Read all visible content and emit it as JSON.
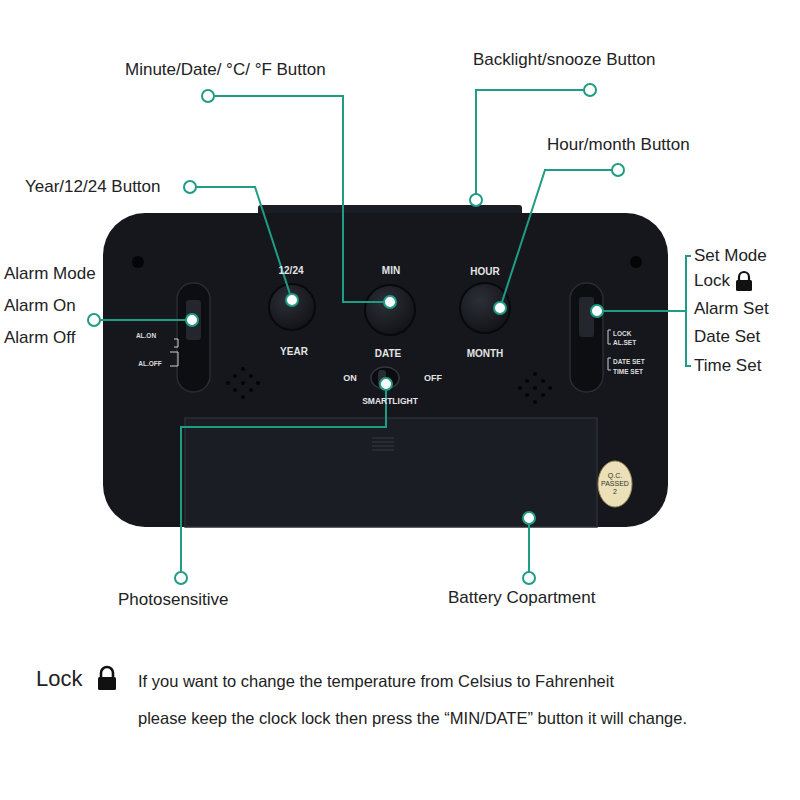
{
  "diagram": {
    "nodes": [
      {
        "text": [
          "Q.C. PASSED 2"
        ]
      }
    ],
    "labels": [
      "Minute/Date/ °C/ °F Button",
      "Backlight/snooze Button",
      "Hour/month Button",
      "Year/12/24 Button",
      "Alarm Mode",
      "Alarm On",
      "Alarm Off",
      "Set Mode",
      "Lock",
      "Alarm Set",
      "Date Set",
      "Time Set",
      "Photosensitive",
      "Battery Copartment",
      "Lock",
      "If you want to change the temperature from Celsius to Fahrenheit",
      "please keep the clock lock then press the “MIN/DATE” button it will change.",
      "12/24",
      "MIN",
      "HOUR",
      "YEAR",
      "DATE",
      "MONTH",
      "ON",
      "OFF",
      "SMARTLIGHT",
      "AL.ON",
      "AL.OFF",
      "LOCK",
      "AL.SET",
      "DATE SET",
      "TIME SET"
    ]
  }
}
